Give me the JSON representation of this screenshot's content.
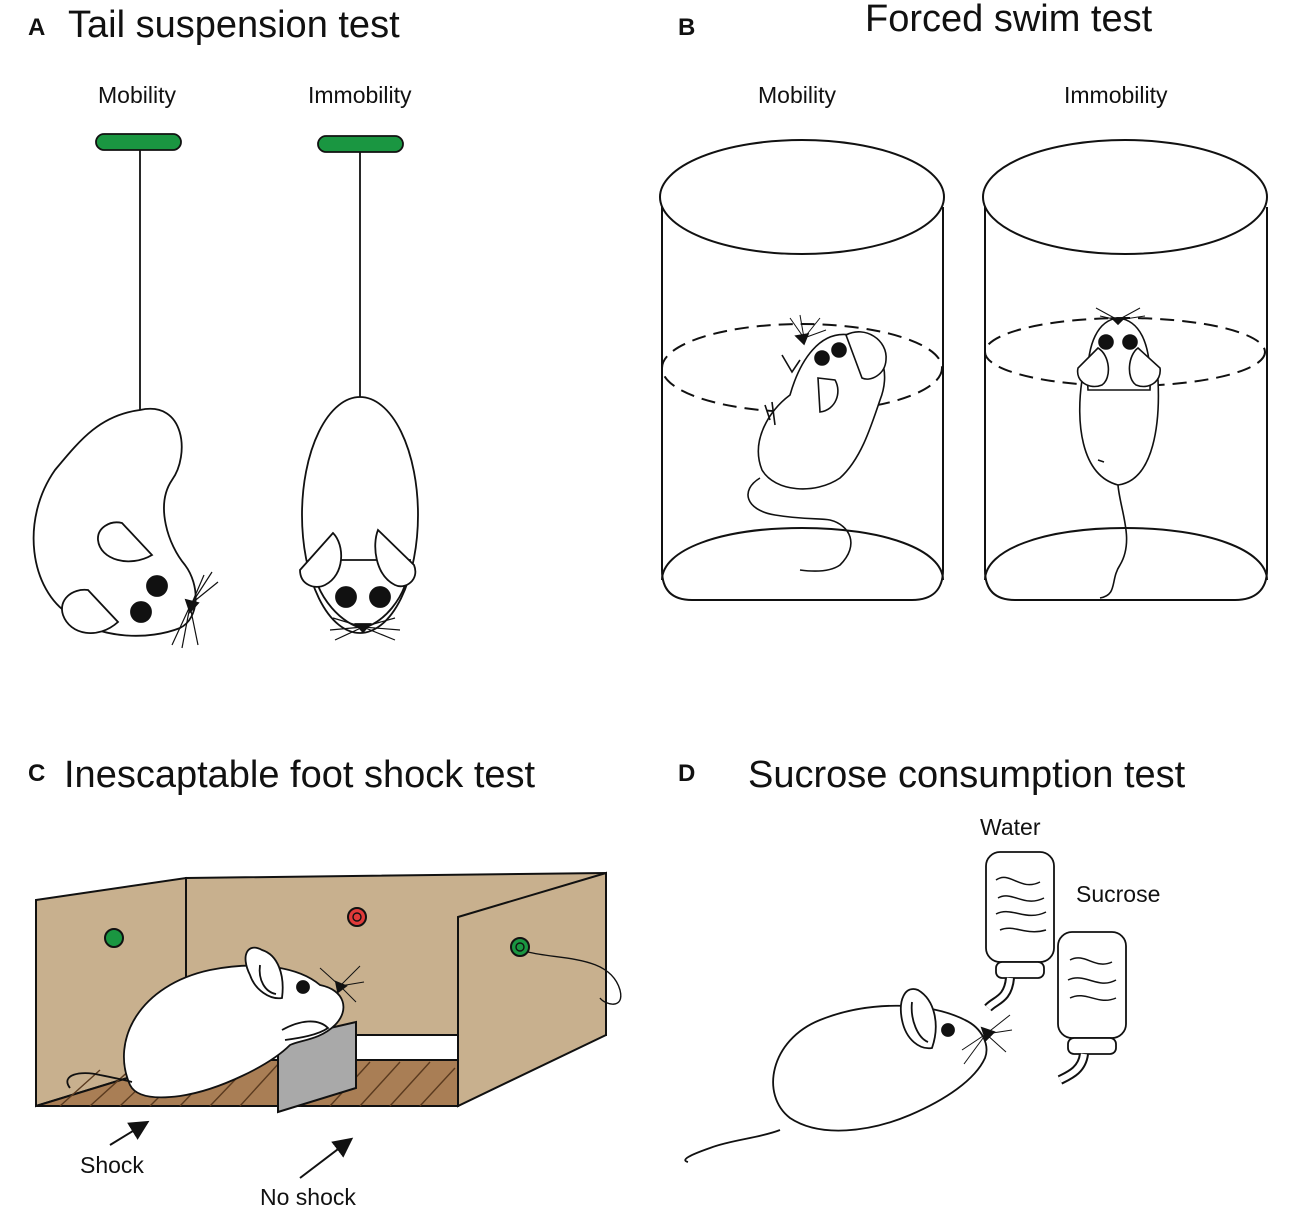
{
  "panel_a": {
    "letter": "A",
    "title": "Tail suspension test",
    "label_left": "Mobility",
    "label_right": "Immobility"
  },
  "panel_b": {
    "letter": "B",
    "title": "Forced swim test",
    "label_left": "Mobility",
    "label_right": "Immobility"
  },
  "panel_c": {
    "letter": "C",
    "title": "Inescaptable foot shock test",
    "label_shock": "Shock",
    "label_no_shock": "No shock"
  },
  "panel_d": {
    "letter": "D",
    "title": "Sucrose consumption test",
    "label_water": "Water",
    "label_sucrose": "Sucrose"
  },
  "colors": {
    "hanger": "#1a9641",
    "box": "#c8b08e",
    "floor": "#a97e55",
    "divider": "#a9a9a9",
    "light_red": "#e03a3a",
    "light_green": "#1a9641",
    "line": "#111111"
  }
}
